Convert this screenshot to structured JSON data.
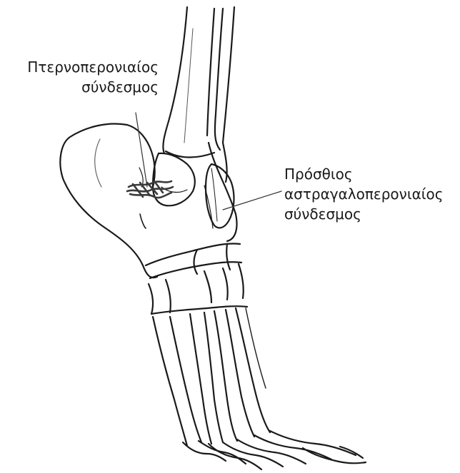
{
  "labels": {
    "calcaneofibular": {
      "line1": "Πτερνοπερονιαίος",
      "line2": "σύνδεσμος"
    },
    "anterior_talofibular": {
      "line1": "Πρόσθιος",
      "line2": "αστραγαλοπερονιαίος",
      "line3": "σύνδεσμος"
    }
  },
  "colors": {
    "ink": "#1a1a1a",
    "ligament": "#3a3a3a",
    "background": "#ffffff"
  }
}
